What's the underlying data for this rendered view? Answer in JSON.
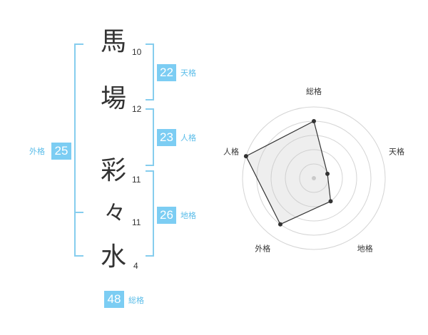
{
  "name_characters": [
    {
      "char": "馬",
      "strokes": "10"
    },
    {
      "char": "場",
      "strokes": "12"
    },
    {
      "char": "彩",
      "strokes": "11"
    },
    {
      "char": "々",
      "strokes": "11"
    },
    {
      "char": "水",
      "strokes": "4"
    }
  ],
  "fortunes": {
    "tenkaku": {
      "value": "22",
      "label": "天格"
    },
    "jinkaku": {
      "value": "23",
      "label": "人格"
    },
    "chikaku": {
      "value": "26",
      "label": "地格"
    },
    "gaikaku": {
      "value": "25",
      "label": "外格"
    },
    "soukaku": {
      "value": "48",
      "label": "総格"
    }
  },
  "colors": {
    "accent": "#7ccdf3",
    "bracket": "#86cdee",
    "text": "#333333"
  },
  "chart_data": {
    "type": "radar",
    "axes": [
      "総格",
      "天格",
      "地格",
      "外格",
      "人格"
    ],
    "values": [
      4,
      1,
      2,
      4,
      5
    ],
    "max": 5,
    "rings": 5
  }
}
